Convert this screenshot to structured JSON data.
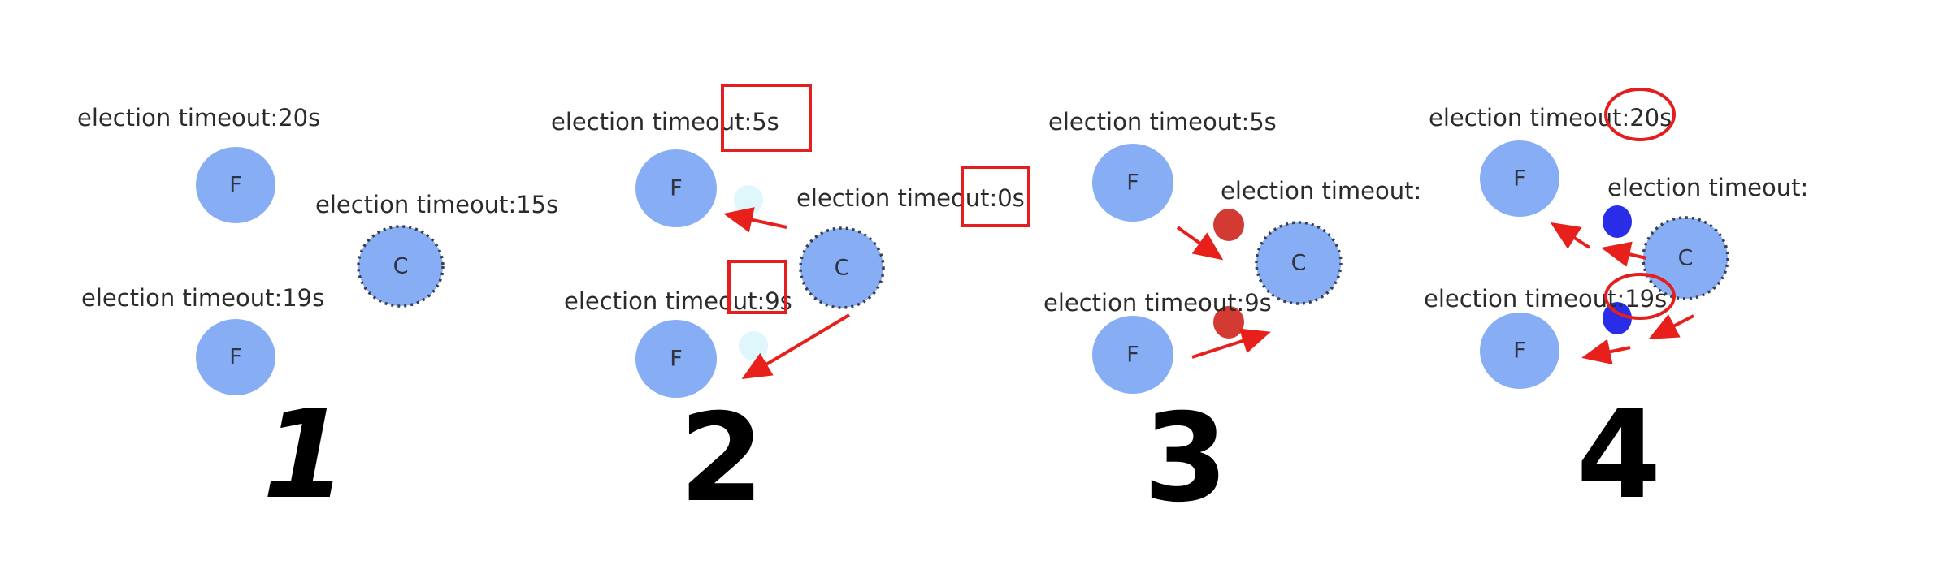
{
  "node_labels": {
    "follower": "F",
    "candidate": "C"
  },
  "panels": [
    {
      "step": "1",
      "labels": [
        "election timeout:20s",
        "election timeout:15s",
        "election timeout:19s"
      ]
    },
    {
      "step": "2",
      "labels": [
        "election timeout:5s",
        "election timeout:0s",
        "election timeout:9s"
      ]
    },
    {
      "step": "3",
      "labels": [
        "election timeout:5s",
        "election timeout:",
        "election timeout:9s"
      ]
    },
    {
      "step": "4",
      "labels": [
        "election timeout:20s",
        "election timeout:",
        "election timeout:19s"
      ]
    }
  ],
  "colors": {
    "node": "#87adf5",
    "highlight": "#e41e1e",
    "vote_request": "#d33b32",
    "vote_reply": "#2a2de8",
    "heartbeat": "#dff7fb"
  }
}
